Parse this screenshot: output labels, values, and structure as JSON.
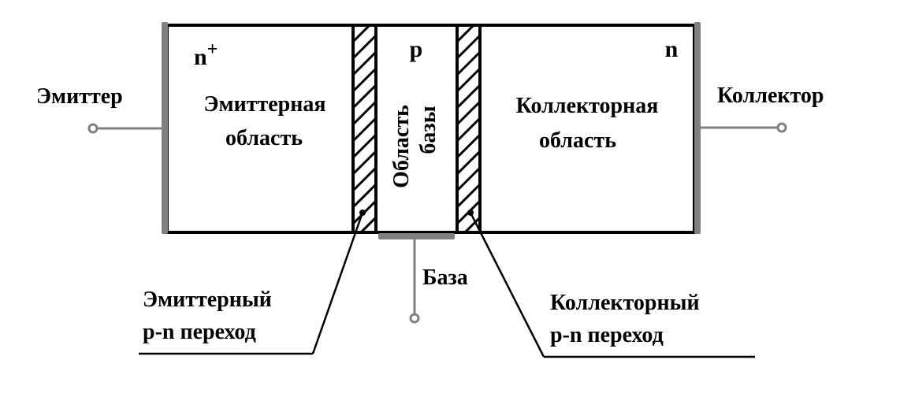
{
  "colors": {
    "line": "#000000",
    "electrode": "#808080",
    "background": "#ffffff"
  },
  "regions": {
    "emitter": {
      "doping": "n",
      "doping_sup": "+",
      "line1": "Эмиттерная",
      "line2": "область"
    },
    "base": {
      "doping": "p",
      "line1": "Область",
      "line2": "базы"
    },
    "collector": {
      "doping": "n",
      "line1": "Коллекторная",
      "line2": "область"
    }
  },
  "terminals": {
    "emitter": "Эмиттер",
    "collector": "Коллектор",
    "base": "База"
  },
  "junctions": {
    "emitter": {
      "line1": "Эмиттерный",
      "line2": "p-n переход"
    },
    "collector": {
      "line1": "Коллекторный",
      "line2": "p-n переход"
    }
  }
}
